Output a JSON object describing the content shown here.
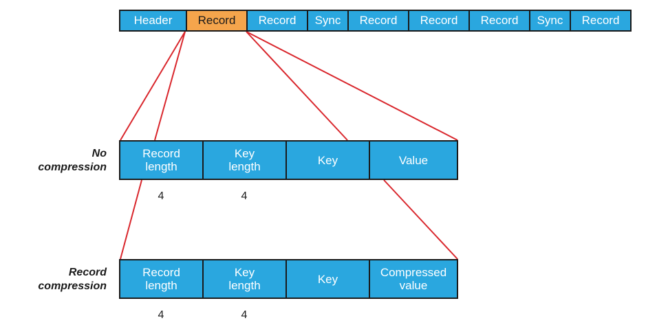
{
  "sequence_file": {
    "cells": [
      "Header",
      "Record",
      "Record",
      "Sync",
      "Record",
      "Record",
      "Record",
      "Sync",
      "Record"
    ],
    "highlight_index": 1
  },
  "rows": [
    {
      "label": "No\ncompression",
      "cells": [
        "Record\nlength",
        "Key\nlength",
        "Key",
        "Value"
      ],
      "sizes": [
        "4",
        "4"
      ]
    },
    {
      "label": "Record\ncompression",
      "cells": [
        "Record\nlength",
        "Key\nlength",
        "Key",
        "Compressed\nvalue"
      ],
      "sizes": [
        "4",
        "4"
      ]
    }
  ],
  "colors": {
    "cell_fill": "#2aa7df",
    "highlight_fill": "#f5a54c",
    "connector": "#d9262c",
    "border": "#1a1a1a"
  }
}
